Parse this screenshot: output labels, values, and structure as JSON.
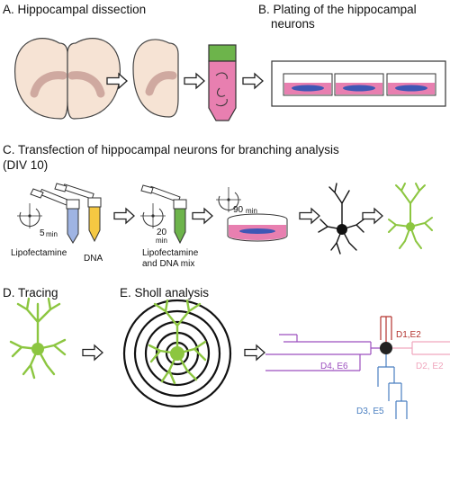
{
  "panels": {
    "a": {
      "title": "A. Hippocampal dissection"
    },
    "b": {
      "title_line1": "B.  Plating of the hippocampal",
      "title_line2": "neurons"
    },
    "c": {
      "title_line1": "C. Transfection of hippocampal neurons for branching analysis",
      "title_line2": "(DIV 10)",
      "timer1": "5",
      "timer2": "20",
      "timer3": "90",
      "timer_unit": "min",
      "lipofectamine_label": "Lipofectamine",
      "dna_label": "DNA",
      "mix_label_line1": "Lipofectamine",
      "mix_label_line2": "and DNA mix"
    },
    "d": {
      "title": "D. Tracing"
    },
    "e": {
      "title": "E. Sholl analysis",
      "branch_red": "D1,E2",
      "branch_purple": "D4, E6",
      "branch_pink": "D2, E2",
      "branch_blue": "D3, E5"
    }
  },
  "colors": {
    "brain": "#f6e3d4",
    "hippocampus": "#cfa9a0",
    "tube_cap": "#6db44b",
    "tube_body": "#e87fb0",
    "medium": "#e87fb0",
    "cells": "#3f57b5",
    "neuron_green": "#8cc640",
    "blue_tube": "#9fb4e3",
    "yellow_tube": "#f5c842",
    "red": "#b3332e",
    "purple": "#9c4fbf",
    "pink": "#f0a6bd",
    "blue": "#4a7fc1"
  },
  "icons": [
    "arrow-icon",
    "timer-icon",
    "pipette-icon",
    "tube-icon",
    "petri-dish-icon",
    "neuron-icon"
  ]
}
